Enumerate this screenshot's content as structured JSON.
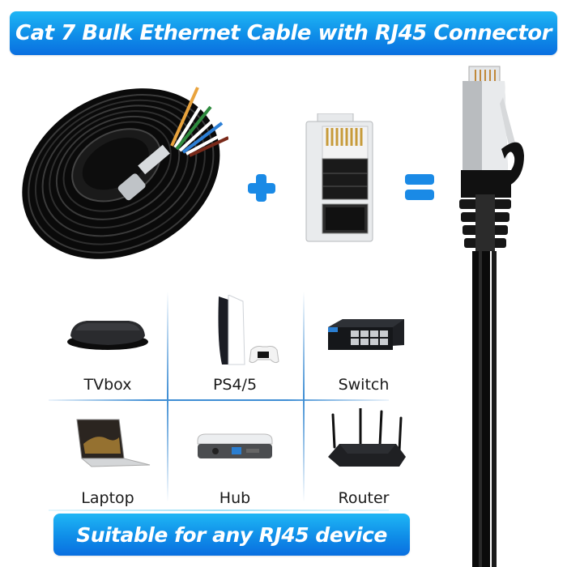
{
  "header": {
    "title": "Cat 7 Bulk Ethernet Cable with RJ45 Connector"
  },
  "composition": {
    "item_1": {
      "icon": "cable-coil-icon"
    },
    "operator_1": {
      "symbol": "+",
      "icon": "plus-icon"
    },
    "item_2": {
      "icon": "rj45-plug-icon"
    },
    "operator_2": {
      "symbol": "=",
      "icon": "equals-icon"
    },
    "result": {
      "icon": "ethernet-cable-connector-icon"
    }
  },
  "devices": [
    {
      "label": "TVbox",
      "icon": "tv-box-icon"
    },
    {
      "label": "PS4/5",
      "icon": "game-console-icon"
    },
    {
      "label": "Switch",
      "icon": "network-switch-icon"
    },
    {
      "label": "Laptop",
      "icon": "laptop-icon"
    },
    {
      "label": "Hub",
      "icon": "hub-icon"
    },
    {
      "label": "Router",
      "icon": "router-icon"
    }
  ],
  "footer": {
    "tagline": "Suitable for any RJ45 device"
  },
  "colors": {
    "accent_blue": "#1a8ae6",
    "banner_top": "#1fb6f5",
    "banner_bottom": "#0a6fe0",
    "grid_line": "#3f8ed4",
    "cable_black": "#111111"
  }
}
